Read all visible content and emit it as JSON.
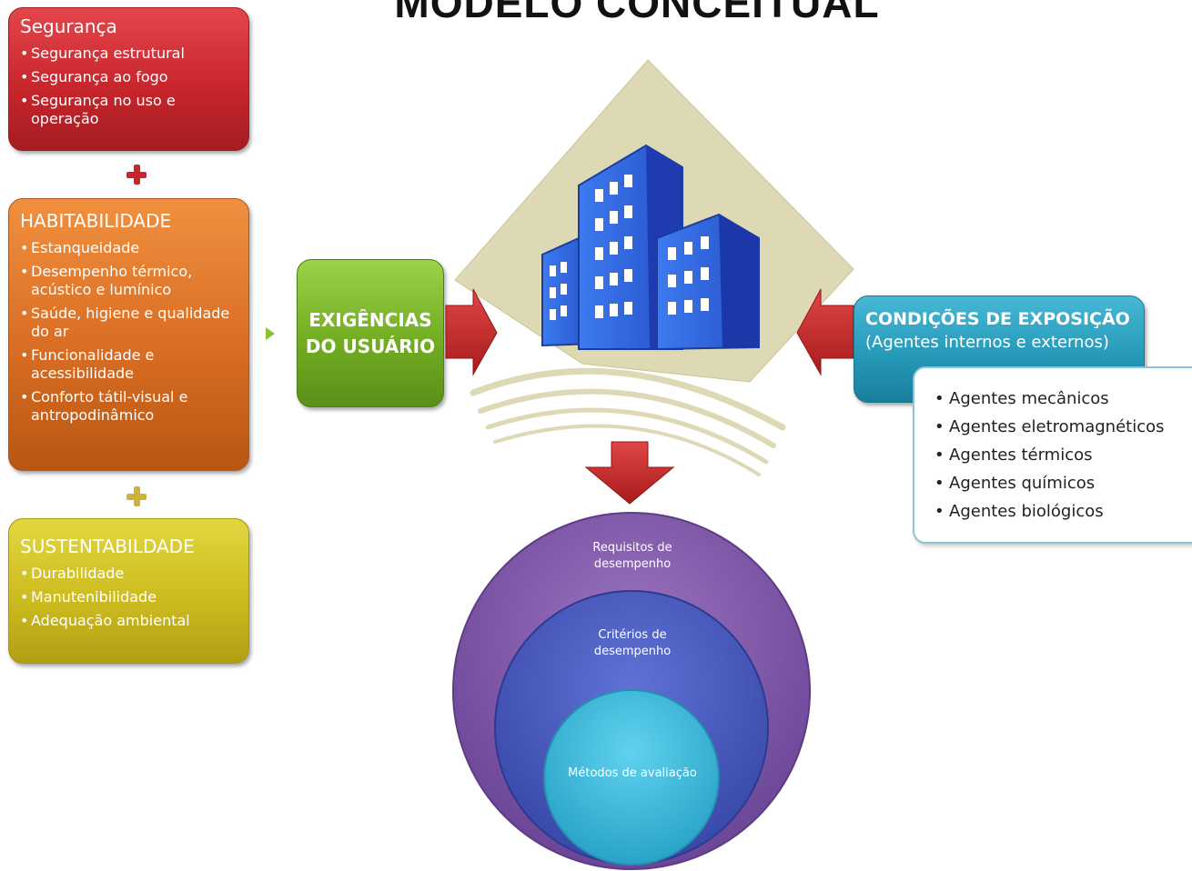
{
  "title": "MODELO CONCEITUAL",
  "seguranca": {
    "title": "Segurança",
    "items": [
      "Segurança estrutural",
      "Segurança ao fogo",
      "Segurança no uso e operação"
    ]
  },
  "habitabilidade": {
    "title": "HABITABILIDADE",
    "items": [
      "Estanqueidade",
      "Desempenho térmico, acústico e lumínico",
      "Saúde, higiene e qualidade do ar",
      "Funcionalidade e acessibilidade",
      "Conforto tátil-visual e antropodinâmico"
    ]
  },
  "sustentabilidade": {
    "title": "SUSTENTABILDADE",
    "items": [
      "Durabilidade",
      "Manutenibilidade",
      "Adequação ambiental"
    ]
  },
  "exigencias": {
    "line1": "EXIGÊNCIAS",
    "line2": "DO USUÁRIO"
  },
  "condicoes": {
    "title": "CONDIÇÕES DE EXPOSIÇÃO",
    "subtitle": "(Agentes internos e externos)",
    "items": [
      "Agentes mecânicos",
      "Agentes eletromagnéticos",
      "Agentes térmicos",
      "Agentes químicos",
      "Agentes biológicos"
    ]
  },
  "circles": {
    "outer": "Requisitos de desempenho",
    "middle": "Critérios de desempenho",
    "inner": "Métodos de avaliação"
  },
  "colors": {
    "seguranca": "#c8262c",
    "habitabilidade": "#d96d23",
    "sustentabilidade": "#cdbc1f",
    "exigencias": "#72ad22",
    "condicoes": "#2497b7",
    "arrow": "#cc2a2a",
    "building": "#2f63e0",
    "circle_outer": "#7f55a6",
    "circle_middle": "#4a5cc0",
    "circle_inner": "#3ab8dc"
  },
  "icons": [
    "plus-icon",
    "arrow-right-icon",
    "arrow-left-icon",
    "arrow-down-icon",
    "building-icon"
  ]
}
